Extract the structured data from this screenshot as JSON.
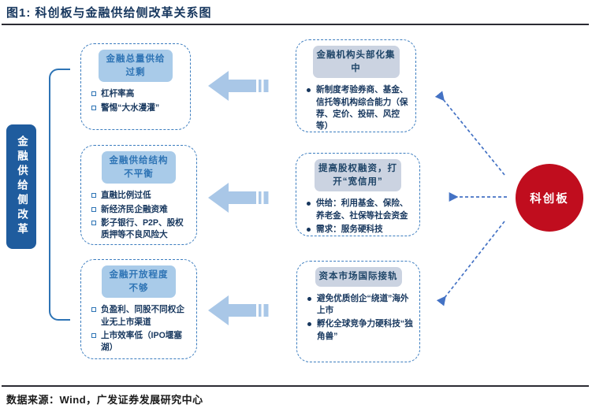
{
  "title": "图1:  科创板与金融供给侧改革关系图",
  "footer": {
    "source": "数据来源：Wind，广发证券发展研究中心"
  },
  "left_label": {
    "text": "金融供给侧改革"
  },
  "hub": {
    "label": "科创板"
  },
  "left_boxes": [
    {
      "header": "金融总量供给过剩",
      "bullets": [
        "杠杆率高",
        "警惕“大水漫灌”"
      ]
    },
    {
      "header": "金融供给结构不平衡",
      "bullets": [
        "直融比例过低",
        "新经济民企融资难",
        "影子银行、P2P、股权质押等不良风险大"
      ]
    },
    {
      "header": "金融开放程度不够",
      "bullets": [
        "负盈利、同股不同权企业无上市渠道",
        "上市效率低（IPO堰塞湖）"
      ]
    }
  ],
  "right_boxes": [
    {
      "header": "金融机构头部化集中",
      "bullets": [
        "新制度考验券商、基金、信托等机构综合能力（保荐、定价、投研、风控等）"
      ]
    },
    {
      "header": "提高股权融资，打开“宽信用”",
      "bullets": [
        "供给：利用基金、保险、养老金、社保等社会资金",
        "需求：服务硬科技"
      ]
    },
    {
      "header": "资本市场国际接轨",
      "bullets": [
        "避免优质创企“绕道”海外上市",
        "孵化全球竞争力硬科技“独角兽”"
      ]
    }
  ],
  "colors": {
    "dark_navy_text": "#17375e",
    "vertical_box_blue": "#1f5c9e",
    "dashed_border_blue": "#3c7dbf",
    "left_pill_bg": "#a9cbe9",
    "left_pill_text": "#2e74b5",
    "right_pill_bg": "#cbd3e1",
    "block_arrow_blue": "#a9c7e7",
    "dashed_arrow_blue": "#4472c4",
    "hub_red": "#c00d1e"
  }
}
